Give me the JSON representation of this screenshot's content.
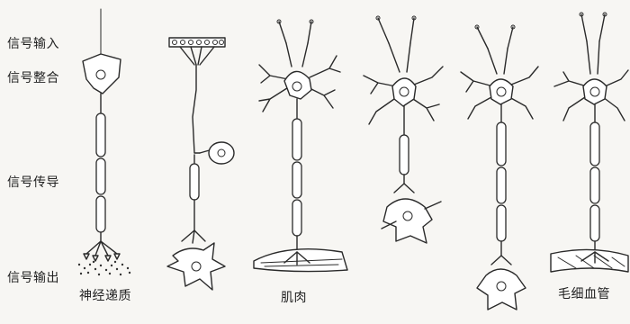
{
  "labels": {
    "signal_input": "信号输入",
    "signal_integration": "信号整合",
    "signal_conduction": "信号传导",
    "signal_output": "信号输出"
  },
  "targets": {
    "neurotransmitter": "神经递质",
    "muscle": "肌肉",
    "capillary": "毛细血管"
  }
}
